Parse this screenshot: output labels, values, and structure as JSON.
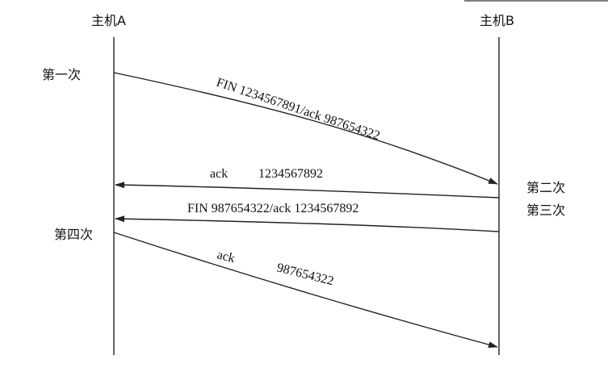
{
  "hosts": {
    "a": "主机A",
    "b": "主机B"
  },
  "steps": {
    "first": "第一次",
    "second": "第二次",
    "third": "第三次",
    "fourth": "第四次"
  },
  "messages": {
    "m1": "FIN 1234567891/ack 987654322",
    "m2_part1": "ack",
    "m2_part2": "1234567892",
    "m3": "FIN 987654322/ack 1234567892",
    "m4_part1": "ack",
    "m4_part2": "987654322"
  },
  "colors": {
    "line": "#222222",
    "text": "#111111"
  }
}
